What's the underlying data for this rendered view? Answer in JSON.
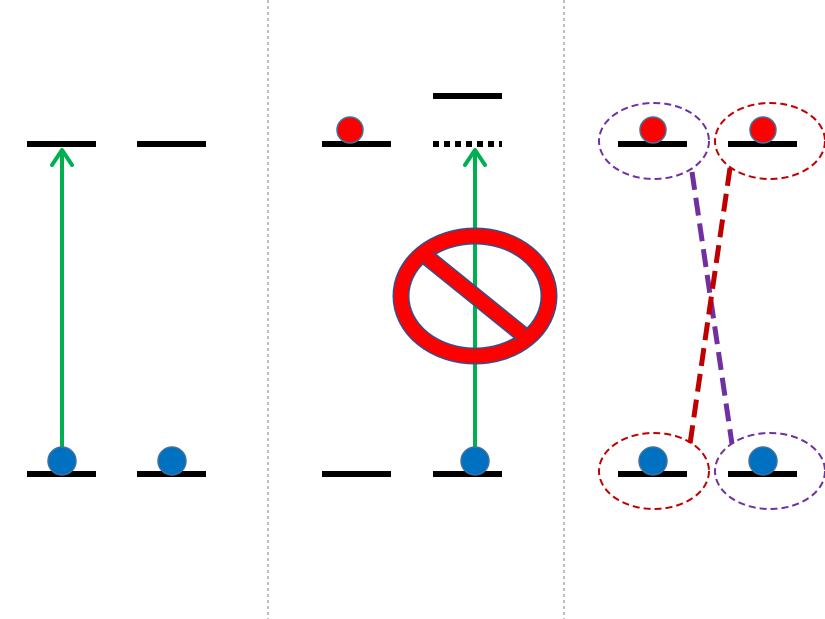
{
  "colors": {
    "level": "#000000",
    "arrow": "#00b050",
    "ground_electron": "#0070c0",
    "excited_electron": "#ff0000",
    "electron_outline": "#41719c",
    "prohibition": "#ff0000",
    "prohibition_outline": "#2f528f",
    "pair_purple": "#7030a0",
    "pair_red": "#c00000",
    "divider": "#7f7f7f"
  },
  "panels": [
    {
      "icon": "allowed-excitation"
    },
    {
      "icon": "forbidden-excitation"
    },
    {
      "icon": "paired-exchange"
    }
  ]
}
